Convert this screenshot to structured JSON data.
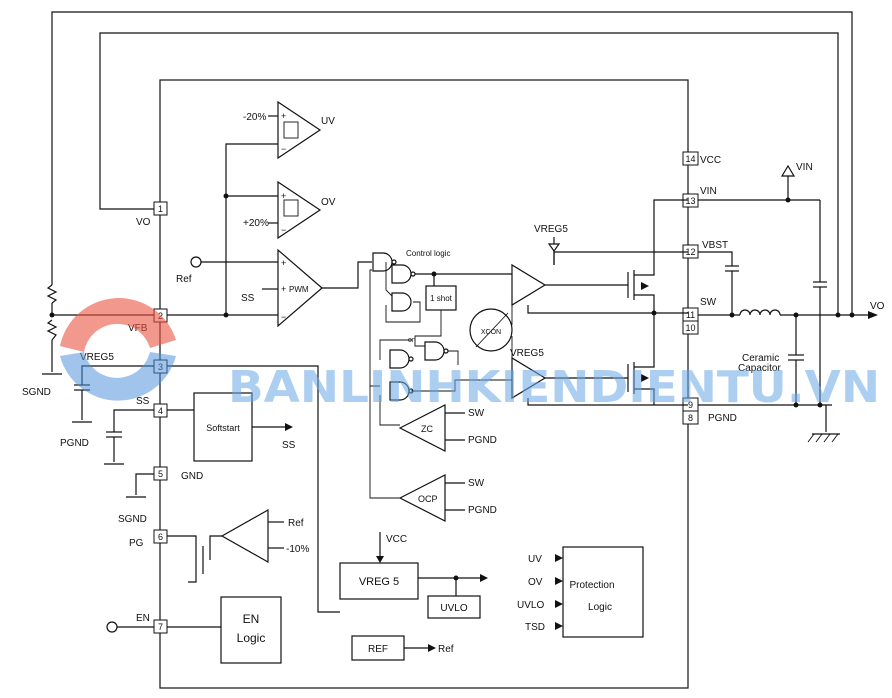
{
  "pins": [
    {
      "num": "1",
      "name": "VO"
    },
    {
      "num": "2",
      "name": "VFB"
    },
    {
      "num": "3",
      "name": ""
    },
    {
      "num": "4",
      "name": "SS"
    },
    {
      "num": "5",
      "name": "GND"
    },
    {
      "num": "6",
      "name": "PG"
    },
    {
      "num": "7",
      "name": "EN"
    },
    {
      "num": "9",
      "name": ""
    },
    {
      "num": "8",
      "name": "PGND"
    },
    {
      "num": "11",
      "name": "SW"
    },
    {
      "num": "10",
      "name": ""
    },
    {
      "num": "12",
      "name": "VBST"
    },
    {
      "num": "13",
      "name": "VIN"
    },
    {
      "num": "14",
      "name": "VCC"
    }
  ],
  "labels": {
    "uv_thresh": "-20%",
    "uv_out": "UV",
    "ov_thresh": "+20%",
    "ov_out": "OV",
    "ref_in": "Ref",
    "ss_in": "SS",
    "pwm": "PWM",
    "control_logic": "Control logic",
    "one_shot": "1 shot",
    "on": "on",
    "vreg5_top": "VREG5",
    "vreg5_low": "VREG5",
    "xcon": "XCON",
    "zc": "ZC",
    "zc_sw": "SW",
    "zc_pgnd": "PGND",
    "ocp": "OCP",
    "ocp_sw": "SW",
    "ocp_pgnd": "PGND",
    "softstart": "Softstart",
    "ss_out": "SS",
    "pg_ref": "Ref",
    "pg_thresh": "-10%",
    "en_logic_1": "EN",
    "en_logic_2": "Logic",
    "vcc_in": "VCC",
    "vreg5_block": "VREG 5",
    "uvlo": "UVLO",
    "ref_block": "REF",
    "ref_out": "Ref",
    "prot_uv": "UV",
    "prot_ov": "OV",
    "prot_uvlo": "UVLO",
    "prot_tsd": "TSD",
    "prot_1": "Protection",
    "prot_2": "Logic",
    "ext_sgnd_1": "SGND",
    "ext_vreg5": "VREG5",
    "ext_pgnd": "PGND",
    "ext_sgnd_2": "SGND",
    "ext_vin": "VIN",
    "ext_vo": "VO",
    "ceramic_1": "Ceramic",
    "ceramic_2": "Capacitor",
    "plus": "+",
    "minus": "−"
  },
  "watermark": "BANLINHKIENDIENTU.VN",
  "colors": {
    "line": "#111111",
    "watermark": "#6aa8e6",
    "logo_red": "#e8523f",
    "logo_blue": "#4a8fd8"
  }
}
